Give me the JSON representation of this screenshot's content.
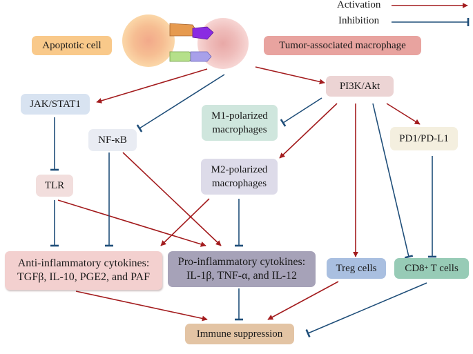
{
  "legend": {
    "activation_label": "Activation",
    "inhibition_label": "Inhibition",
    "colors": {
      "activation": "#a31c1e",
      "inhibition": "#1f4e79"
    }
  },
  "nodes": {
    "apoptotic_cell": "Apoptotic cell",
    "tam": "Tumor-associated macrophage",
    "jak_stat1": "JAK/STAT1",
    "nf_kb": "NF-κB",
    "pi3k_akt": "PI3K/Akt",
    "m1": {
      "line1": "M1-polarized",
      "line2": "macrophages"
    },
    "m2": {
      "line1": "M2-polarized",
      "line2": "macrophages"
    },
    "pd1_pdl1": "PD1/PD-L1",
    "tlr": "TLR",
    "anti_cytokines": {
      "line1": "Anti-inflammatory cytokines:",
      "line2": "TGFβ, IL-10, PGE2, and PAF"
    },
    "pro_cytokines": {
      "line1": "Pro-inflammatory cytokines:",
      "line2": "IL-1β, TNF-α, and IL-12"
    },
    "treg": "Treg cells",
    "cd8": {
      "prefix": "CD8",
      "sup": "+",
      "suffix": " T cells"
    },
    "immune_suppression": "Immune suppression"
  },
  "node_colors": {
    "apoptotic_cell": "#f9c98a",
    "tam": "#e8a39f",
    "jak_stat1": "#d8e3f1",
    "nf_kb": "#e9ecf3",
    "pi3k_akt": "#ecd4d4",
    "m1": "#cfe6dd",
    "m2": "#dddbe9",
    "pd1_pdl1": "#f4efdf",
    "tlr": "#f2dedd",
    "anti_cytokines": "#f3d0cf",
    "pro_cytokines": "#a6a2b8",
    "treg": "#a9bfe0",
    "cd8": "#97cbb6",
    "immune_suppression": "#e3c4a4"
  }
}
